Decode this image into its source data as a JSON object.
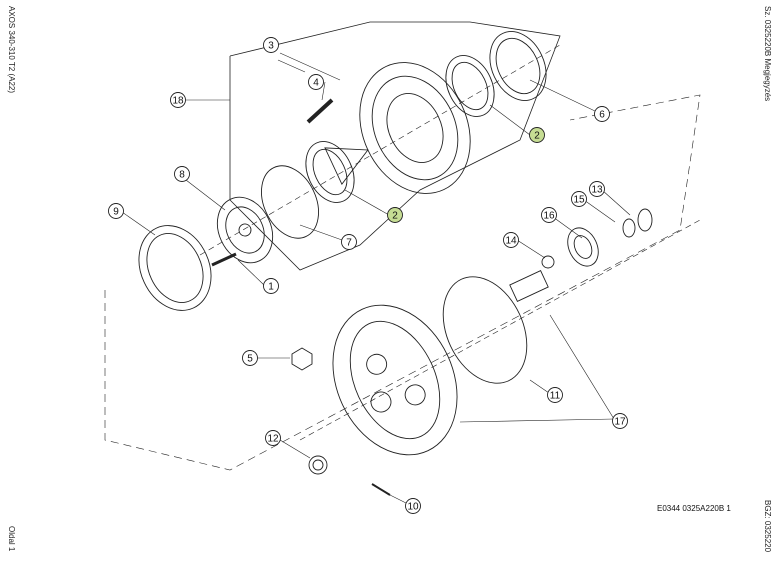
{
  "sidebar_left": {
    "top_text": "AXOS 340-310 T2 (A22)",
    "bottom_text": "Oldal 1"
  },
  "sidebar_right": {
    "top_text": "Sz. 0325220B  Megjegyzés",
    "bottom_text": "BGZ: 0325220"
  },
  "footer": {
    "code": "E0344 0325A220B 1"
  },
  "callouts": [
    "3",
    "4",
    "18",
    "2",
    "6",
    "2",
    "8",
    "9",
    "7",
    "1",
    "13",
    "15",
    "16",
    "14",
    "5",
    "11",
    "17",
    "12",
    "10"
  ],
  "colors": {
    "highlight": "#c6dd94",
    "line": "#222222"
  }
}
